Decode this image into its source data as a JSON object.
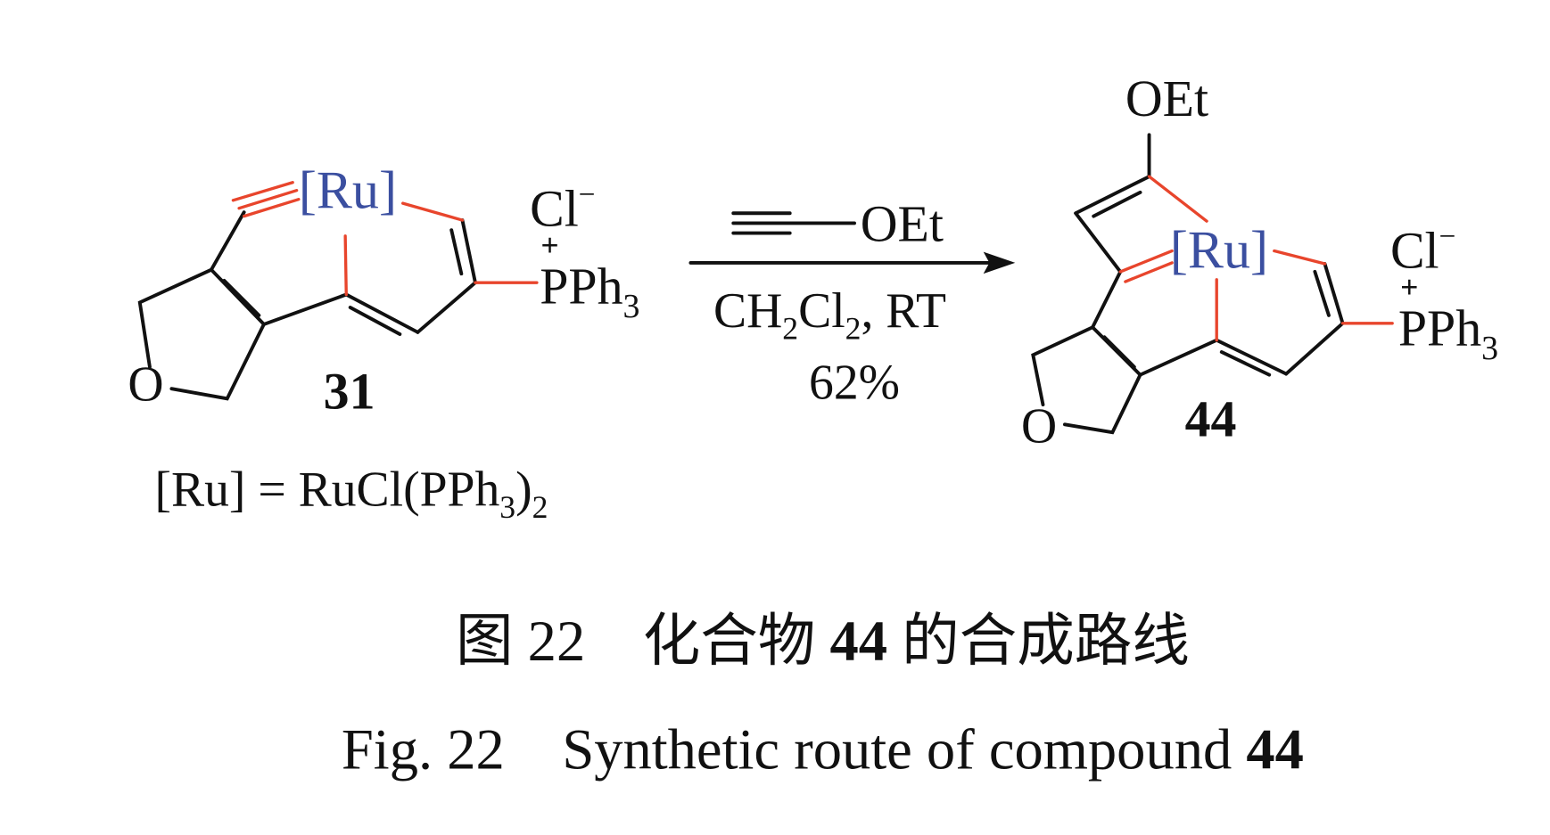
{
  "colors": {
    "metal_bond": "#e8452c",
    "metal_label": "#3b4fa0",
    "text": "#111111"
  },
  "reactant": {
    "metal": "[Ru]",
    "counterion": "Cl",
    "counterion_charge": "−",
    "cation_charge": "+",
    "phosphonium": "PPh",
    "phosphonium_sub": "3",
    "oxygen": "O",
    "label": "31",
    "definition": {
      "lhs": "[Ru] = RuCl(PPh",
      "sub1": "3",
      "close": ")",
      "sub2": "2"
    }
  },
  "reagent": {
    "alkyne_group": "OEt",
    "solvent": {
      "a": "CH",
      "s1": "2",
      "b": "Cl",
      "s2": "2",
      "c": ", RT"
    },
    "yield": "62%"
  },
  "product": {
    "metal": "[Ru]",
    "substituent": "OEt",
    "counterion": "Cl",
    "counterion_charge": "−",
    "cation_charge": "+",
    "phosphonium": "PPh",
    "phosphonium_sub": "3",
    "oxygen": "O",
    "label": "44"
  },
  "caption": {
    "zh_prefix": "图 22　化合物 ",
    "zh_num": "44",
    "zh_suffix": " 的合成路线",
    "en_prefix": "Fig. 22　Synthetic route of compound ",
    "en_num": "44"
  }
}
